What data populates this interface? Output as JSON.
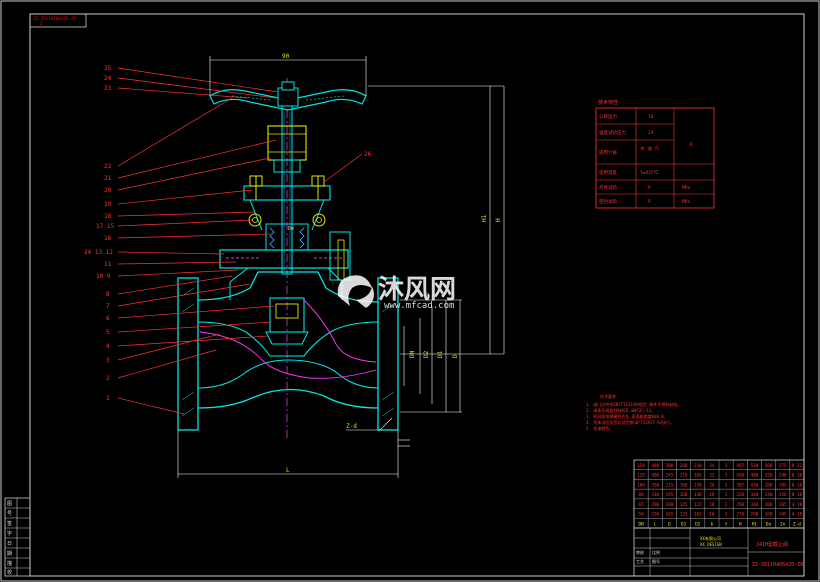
{
  "drawing": {
    "corner_code": "ZZ-Z811H4064Z0-Z8",
    "corner_code_sub": "Z",
    "dim_top": "90",
    "dim_bottom": "L",
    "dim_h1": "H1",
    "dim_h": "H",
    "dim_d1": "D1",
    "dim_d2": "D2",
    "dim_d": "D",
    "dim_dn": "DN",
    "dim_zd": "Z-d",
    "center_label": "Dm",
    "callouts_top": [
      "25",
      "24",
      "23"
    ],
    "callouts_left": [
      "22",
      "21",
      "20",
      "19",
      "18",
      "17 15",
      "16",
      "24 13 12",
      "11",
      "10 9",
      "8",
      "7",
      "6",
      "5",
      "4",
      "3",
      "2",
      "1"
    ],
    "callout_right": "26"
  },
  "spec_table": {
    "heading": "技术特性",
    "rows": [
      {
        "label": "公称压力",
        "value": "16",
        "unit": ""
      },
      {
        "label": "强度试验压力",
        "value": "24",
        "unit": ""
      },
      {
        "label": "适用介质",
        "value": "水 油 汽",
        "unit": ""
      },
      {
        "label": "适用温度",
        "value": "t≤425℃",
        "unit": ""
      },
      {
        "label": "壳体试验",
        "value": "P",
        "unit": "MPa"
      },
      {
        "label": "密封试验",
        "value": "P",
        "unit": "MPa"
      }
    ],
    "side_mark": "D"
  },
  "notes": {
    "title": "技术要求",
    "lines": [
      "1. 阀门应符合GB/T12235的规定,铸件不得有缺陷。",
      "2. 阀体及阀盖材料WCB,阀杆2Cr13。",
      "3. 密封面堆焊硬质合金,表面粗糙度Ra0.8。",
      "4. 壳体试验及密封试验按GB/T13927-92执行。",
      "5. 涂漆颜色。"
    ]
  },
  "dim_table": {
    "rows": [
      [
        "150",
        "480",
        "280",
        "240",
        "210",
        "24",
        "3",
        "465",
        "530",
        "360",
        "275",
        "8-22"
      ],
      [
        "125",
        "400",
        "245",
        "210",
        "185",
        "22",
        "3",
        "430",
        "480",
        "320",
        "240",
        "8-18"
      ],
      [
        "100",
        "350",
        "215",
        "180",
        "158",
        "20",
        "3",
        "387",
        "430",
        "280",
        "195",
        "8-18"
      ],
      [
        "80",
        "310",
        "195",
        "160",
        "138",
        "18",
        "3",
        "320",
        "340",
        "240",
        "156",
        "8-18"
      ],
      [
        "65",
        "290",
        "180",
        "145",
        "122",
        "18",
        "3",
        "290",
        "340",
        "200",
        "165",
        "4-18"
      ],
      [
        "50",
        "230",
        "165",
        "125",
        "102",
        "16",
        "3",
        "270",
        "290",
        "160",
        "145",
        "4-18"
      ]
    ],
    "header": [
      "DN",
      "L",
      "D",
      "D1",
      "D2",
      "b",
      "f",
      "H",
      "H1",
      "Do",
      "Zn",
      "Z-d"
    ]
  },
  "title_block": {
    "part_name": "J41H型截止阀",
    "drawing_no": "ZZ-Z811H4064Z0-Z8",
    "company_line1": "XX有限公司",
    "company_line2": "XX DESIGN",
    "label_a": "比例",
    "label_b": "图号",
    "label_c": "审核",
    "label_d": "工艺"
  },
  "watermark": {
    "brand_cn": "沐风网",
    "url": "www.mfcad.com"
  },
  "left_strip": [
    "图",
    "号",
    "签",
    "字",
    "日",
    "期",
    "描",
    "校"
  ]
}
